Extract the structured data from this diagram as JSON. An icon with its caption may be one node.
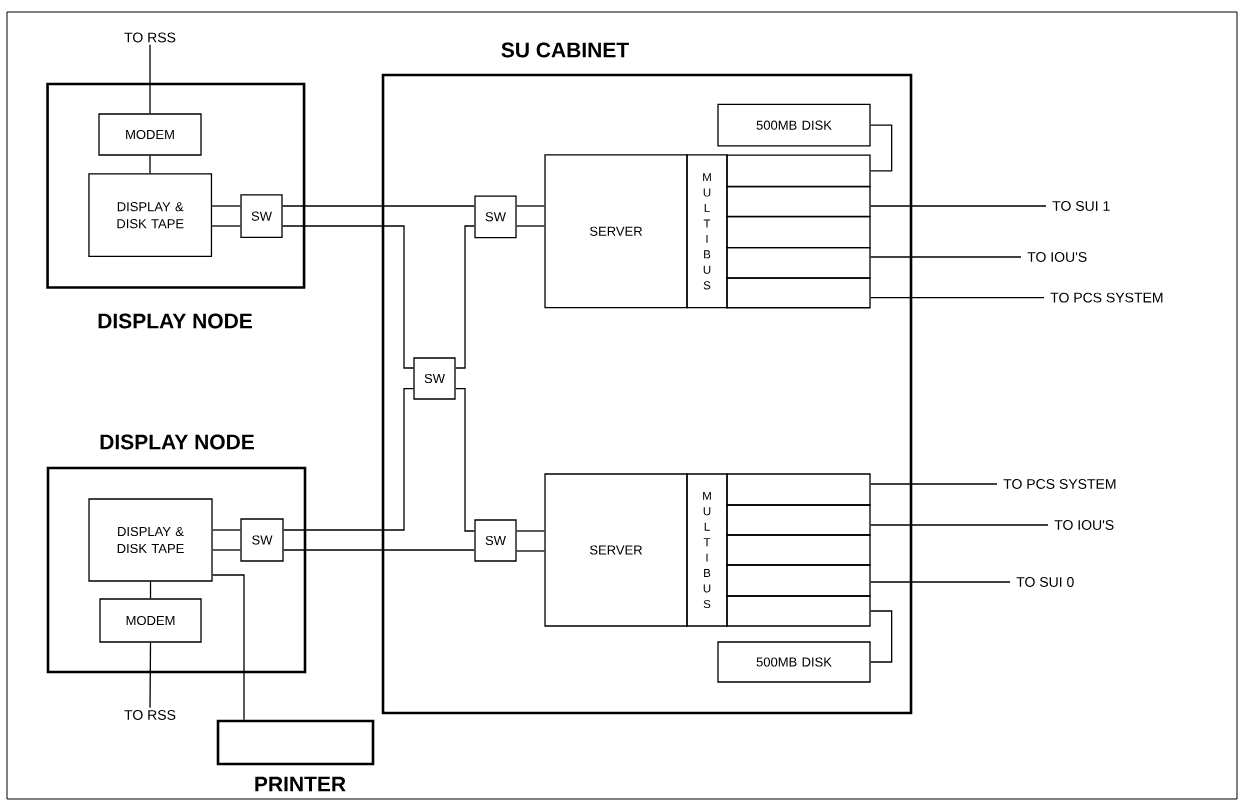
{
  "diagram": {
    "nodes": [
      {
        "text": [
          "DISPLAY NODE"
        ]
      },
      {
        "text": [
          "TO RSS"
        ]
      },
      {
        "text": [
          "MODEM"
        ],
        "in": 0
      },
      {
        "text": [
          "DISPLAY & DISK TAPE"
        ],
        "in": 0
      },
      {
        "text": [
          "SW"
        ],
        "in": 0
      },
      {
        "text": [
          "SU CABINET"
        ]
      },
      {
        "text": [
          "SW"
        ],
        "in": 5
      },
      {
        "text": [
          "SW"
        ],
        "in": 5
      },
      {
        "text": [
          "SW"
        ],
        "in": 5
      },
      {
        "text": [
          "500MB DISK"
        ],
        "in": 5
      },
      {
        "text": [
          "SERVER"
        ],
        "in": 5
      },
      {
        "text": [
          "MULTIBUS"
        ],
        "in": 5
      },
      {
        "text": [],
        "shape": "box",
        "in": 5
      },
      {
        "text": [],
        "shape": "box",
        "in": 5
      },
      {
        "text": [],
        "shape": "box",
        "in": 5
      },
      {
        "text": [],
        "shape": "box",
        "in": 5
      },
      {
        "text": [],
        "shape": "box",
        "in": 5
      },
      {
        "text": [
          "SERVER"
        ],
        "in": 5
      },
      {
        "text": [
          "MULTIBUS"
        ],
        "in": 5
      },
      {
        "text": [],
        "shape": "box",
        "in": 5
      },
      {
        "text": [],
        "shape": "box",
        "in": 5
      },
      {
        "text": [],
        "shape": "box",
        "in": 5
      },
      {
        "text": [],
        "shape": "box",
        "in": 5
      },
      {
        "text": [],
        "shape": "box",
        "in": 5
      },
      {
        "text": [
          "500MB DISK"
        ],
        "in": 5
      },
      {
        "text": [
          "TO SUI 1"
        ]
      },
      {
        "text": [
          "TO IOU'S"
        ]
      },
      {
        "text": [
          "TO PCS SYSTEM"
        ]
      },
      {
        "text": [
          "TO PCS SYSTEM"
        ]
      },
      {
        "text": [
          "TO IOU'S"
        ]
      },
      {
        "text": [
          "TO SUI 0"
        ]
      },
      {
        "text": [
          "DISPLAY NODE"
        ]
      },
      {
        "text": [
          "DISPLAY & DISK TAPE"
        ],
        "in": 31
      },
      {
        "text": [
          "SW"
        ],
        "in": 31
      },
      {
        "text": [
          "MODEM"
        ],
        "in": 31
      },
      {
        "text": [
          "TO RSS"
        ]
      },
      {
        "text": [
          "PRINTER"
        ]
      }
    ],
    "edges": [
      {
        "from": 1,
        "to": 2,
        "arrow": "none"
      },
      {
        "from": 2,
        "to": 3,
        "arrow": "none"
      },
      {
        "from": 3,
        "to": 4,
        "arrow": "none"
      },
      {
        "from": 3,
        "to": 4,
        "arrow": "none"
      },
      {
        "from": 4,
        "to": 6,
        "arrow": "none"
      },
      {
        "from": 4,
        "to": 7,
        "arrow": "none"
      },
      {
        "from": 7,
        "to": 6,
        "arrow": "none"
      },
      {
        "from": 6,
        "to": 10,
        "arrow": "none"
      },
      {
        "from": 6,
        "to": 10,
        "arrow": "none"
      },
      {
        "from": 9,
        "to": 12,
        "arrow": "none"
      },
      {
        "from": 13,
        "to": 25,
        "arrow": "none"
      },
      {
        "from": 15,
        "to": 26,
        "arrow": "none"
      },
      {
        "from": 16,
        "to": 27,
        "arrow": "none"
      },
      {
        "from": 33,
        "to": 7,
        "arrow": "none"
      },
      {
        "from": 33,
        "to": 8,
        "arrow": "none"
      },
      {
        "from": 7,
        "to": 8,
        "arrow": "none"
      },
      {
        "from": 8,
        "to": 17,
        "arrow": "none"
      },
      {
        "from": 8,
        "to": 17,
        "arrow": "none"
      },
      {
        "from": 19,
        "to": 28,
        "arrow": "none"
      },
      {
        "from": 20,
        "to": 29,
        "arrow": "none"
      },
      {
        "from": 22,
        "to": 30,
        "arrow": "none"
      },
      {
        "from": 23,
        "to": 24,
        "arrow": "none"
      },
      {
        "from": 32,
        "to": 33,
        "arrow": "none"
      },
      {
        "from": 32,
        "to": 33,
        "arrow": "none"
      },
      {
        "from": 32,
        "to": 34,
        "arrow": "none"
      },
      {
        "from": 34,
        "to": 35,
        "arrow": "none"
      },
      {
        "from": 32,
        "to": 36,
        "arrow": "none"
      }
    ]
  }
}
